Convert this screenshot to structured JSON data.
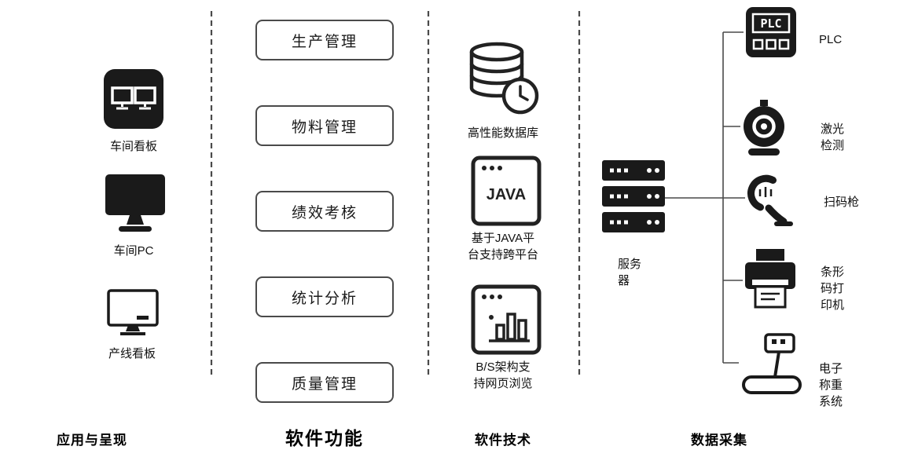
{
  "presentation": {
    "header": "应用与呈现",
    "items": [
      {
        "icon": "dual-monitor-icon",
        "label": "车间看板"
      },
      {
        "icon": "pc-monitor-icon",
        "label": "车间PC"
      },
      {
        "icon": "outline-monitor-icon",
        "label": "产线看板"
      }
    ]
  },
  "functions": {
    "header": "软件功能",
    "items": [
      {
        "label": "生产管理"
      },
      {
        "label": "物料管理"
      },
      {
        "label": "绩效考核"
      },
      {
        "label": "统计分析"
      },
      {
        "label": "质量管理"
      }
    ]
  },
  "technology": {
    "header": "软件技术",
    "items": [
      {
        "icon": "database-clock-icon",
        "label": "高性能数据库"
      },
      {
        "icon": "java-window-icon",
        "icon_text": "JAVA",
        "label": "基于JAVA平\n台支持跨平台"
      },
      {
        "icon": "chart-window-icon",
        "label": "B/S架构支\n持网页浏览"
      }
    ]
  },
  "server": {
    "icon": "server-rack-icon",
    "label": "服务\n器"
  },
  "acquisition": {
    "header": "数据采集",
    "items": [
      {
        "icon": "plc-icon",
        "icon_text": "PLC",
        "label": "PLC"
      },
      {
        "icon": "camera-icon",
        "label": "激光\n检测"
      },
      {
        "icon": "barcode-scanner-icon",
        "label": "扫码枪"
      },
      {
        "icon": "printer-icon",
        "label": "条形\n码打\n印机"
      },
      {
        "icon": "scale-icon",
        "label": "电子\n称重\n系统"
      }
    ]
  },
  "colors": {
    "ink": "#1a1a1a",
    "line": "#4a4a4a",
    "background": "#ffffff"
  }
}
